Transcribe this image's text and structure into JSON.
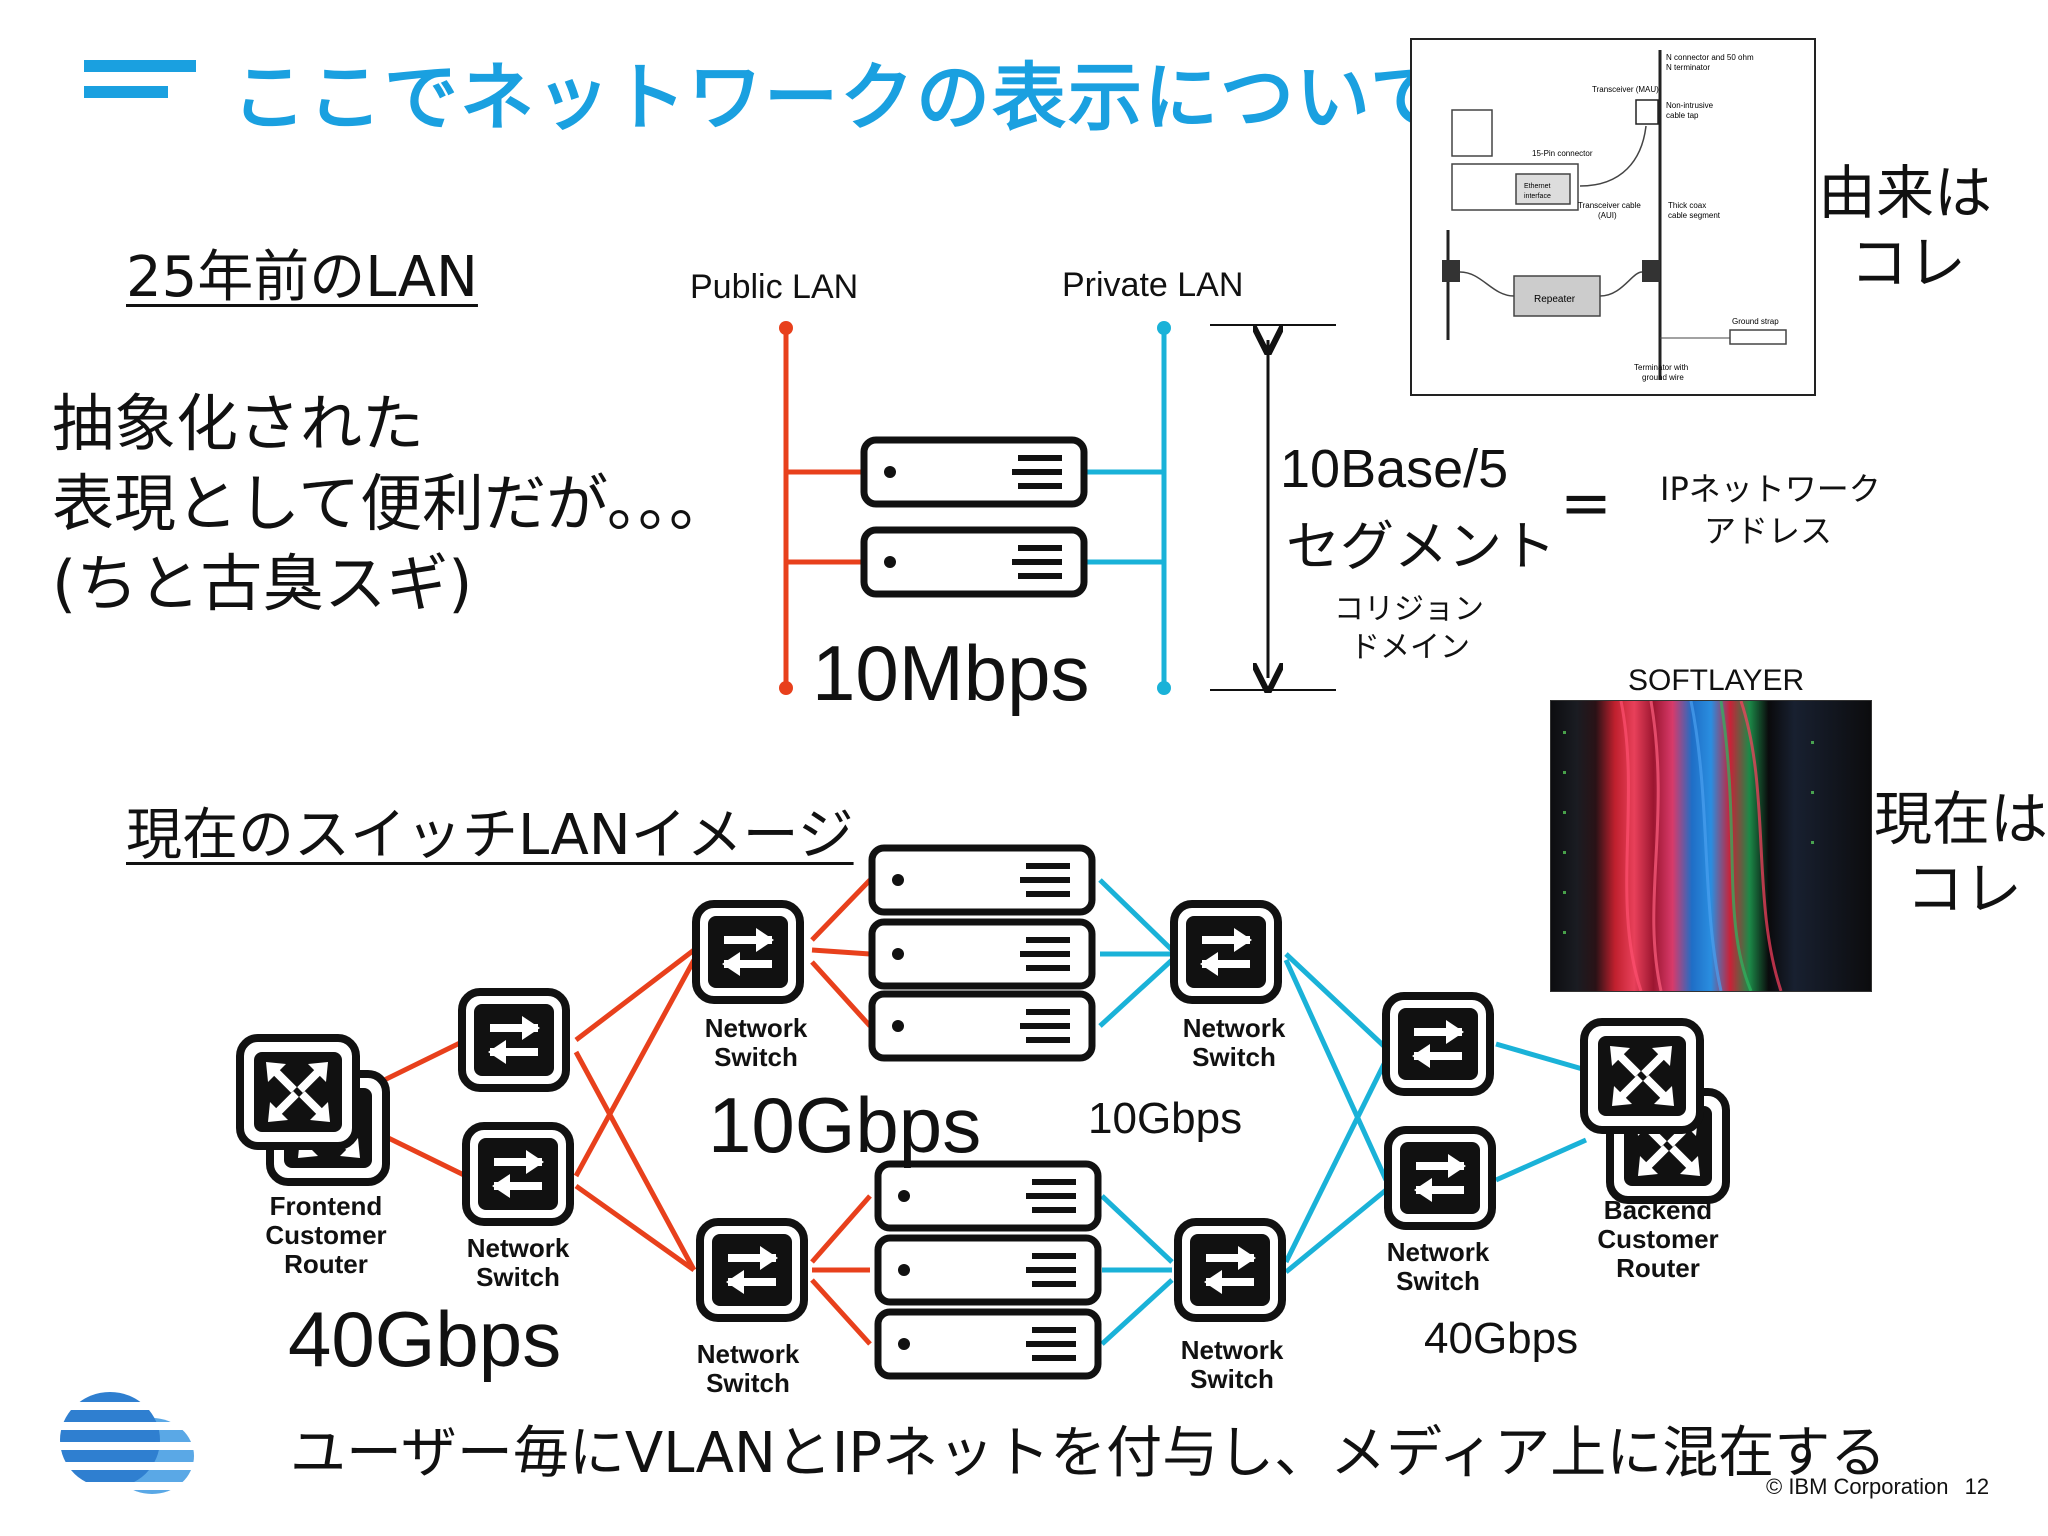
{
  "header": {
    "title": "ここでネットワークの表示について"
  },
  "old_lan": {
    "heading": "25年前のLAN",
    "desc_line1": "抽象化された",
    "desc_line2": "表現として便利だが。。。",
    "desc_line3": "(ちと古臭スギ)",
    "public_label": "Public LAN",
    "private_label": "Private LAN",
    "speed": "10Mbps",
    "segment_line1": "10Base/5",
    "segment_line2": "セグメント",
    "collision_line1": "コリジョン",
    "collision_line2": "ドメイン",
    "equals": "=",
    "ip_line1": "IPネットワーク",
    "ip_line2": "アドレス"
  },
  "origin": {
    "line1": "由来は",
    "line2": "コレ",
    "aui_labels": {
      "n_connector": "N connector and 50 ohm",
      "n_terminator": "N terminator",
      "transceiver": "Transceiver (MAU)",
      "non_intrusive": "Non-intrusive",
      "cable_tap": "cable tap",
      "pin15": "15-Pin connector",
      "ethernet": "Ethernet",
      "interface": "interface",
      "transceiver_cable": "Transceiver cable",
      "aui": "(AUI)",
      "thick_coax": "Thick coax",
      "cable_segment": "cable segment",
      "repeater": "Repeater",
      "ground_strap": "Ground strap",
      "terminator_with": "Terminator with",
      "ground_wire": "ground wire"
    }
  },
  "current": {
    "softlayer_label": "SOFTLAYER",
    "line1": "現在は",
    "line2": "コレ",
    "heading": "現在のスイッチLANイメージ",
    "frontend_router": [
      "Frontend",
      "Customer",
      "Router"
    ],
    "backend_router": [
      "Backend",
      "Customer",
      "Router"
    ],
    "switch_label": [
      "Network",
      "Switch"
    ],
    "speed_40_left": "40Gbps",
    "speed_10_big": "10Gbps",
    "speed_10_mid": "10Gbps",
    "speed_40_right": "40Gbps"
  },
  "footer": {
    "statement": "ユーザー毎にVLANとIPネットを付与し、メディア上に混在する",
    "copyright": "© IBM Corporation",
    "page_number": "12"
  },
  "colors": {
    "accent": "#1aa0e0",
    "public": "#e8401c",
    "private": "#1ab2d8"
  }
}
